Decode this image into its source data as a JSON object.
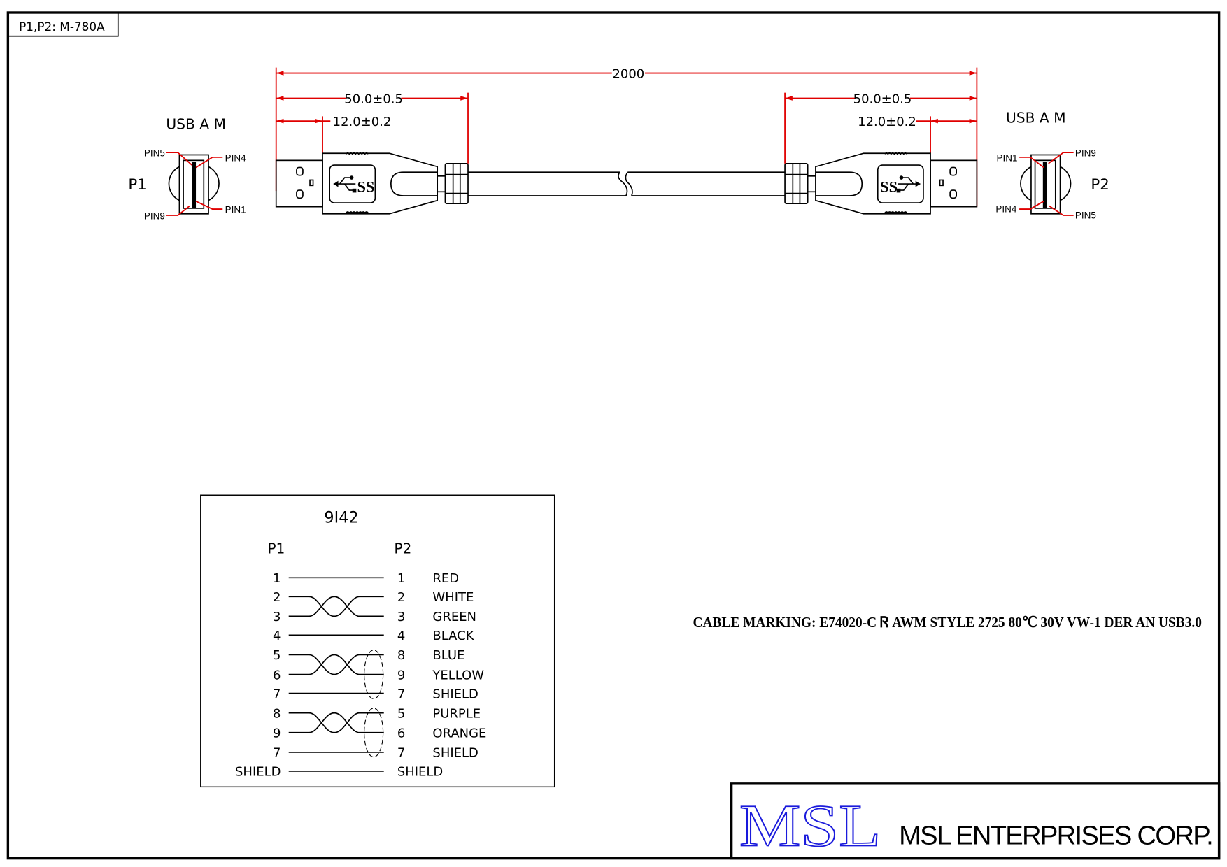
{
  "header": {
    "part_label": "P1,P2: M-780A"
  },
  "dimensions": {
    "overall": "2000",
    "left_body": "50.0±0.5",
    "left_plug": "12.0±0.2",
    "right_body": "50.0±0.5",
    "right_plug": "12.0±0.2"
  },
  "connectors": {
    "p1": {
      "type": "USB A M",
      "name": "P1",
      "pins": {
        "top_left": "PIN5",
        "top_right": "PIN4",
        "bottom_left": "PIN9",
        "bottom_right": "PIN1"
      }
    },
    "p2": {
      "type": "USB A M",
      "name": "P2",
      "pins": {
        "top_left": "PIN1",
        "top_right": "PIN9",
        "bottom_left": "PIN4",
        "bottom_right": "PIN5"
      }
    },
    "logo_text": "SS"
  },
  "wiring": {
    "cable_id": "9I42",
    "col_p1": "P1",
    "col_p2": "P2",
    "rows": [
      {
        "p1": "1",
        "p2": "1",
        "color": "RED"
      },
      {
        "p1": "2",
        "p2": "2",
        "color": "WHITE"
      },
      {
        "p1": "3",
        "p2": "3",
        "color": "GREEN"
      },
      {
        "p1": "4",
        "p2": "4",
        "color": "BLACK"
      },
      {
        "p1": "5",
        "p2": "8",
        "color": "BLUE"
      },
      {
        "p1": "6",
        "p2": "9",
        "color": "YELLOW"
      },
      {
        "p1": "7",
        "p2": "7",
        "color": "SHIELD"
      },
      {
        "p1": "8",
        "p2": "5",
        "color": "PURPLE"
      },
      {
        "p1": "9",
        "p2": "6",
        "color": "ORANGE"
      },
      {
        "p1": "7",
        "p2": "7",
        "color": "SHIELD"
      },
      {
        "p1": "SHIELD",
        "p2": "SHIELD",
        "color": ""
      }
    ]
  },
  "cable_marking": "CABLE MARKING:  E74020-C    Ꮢ    AWM STYLE 2725   80℃   30V   VW-1 DER   AN   USB3.0",
  "title_block": {
    "logo": "MSL",
    "company": "MSL ENTERPRISES CORP."
  },
  "colors": {
    "dimension": "#e00000",
    "logo": "#1a1adc"
  }
}
